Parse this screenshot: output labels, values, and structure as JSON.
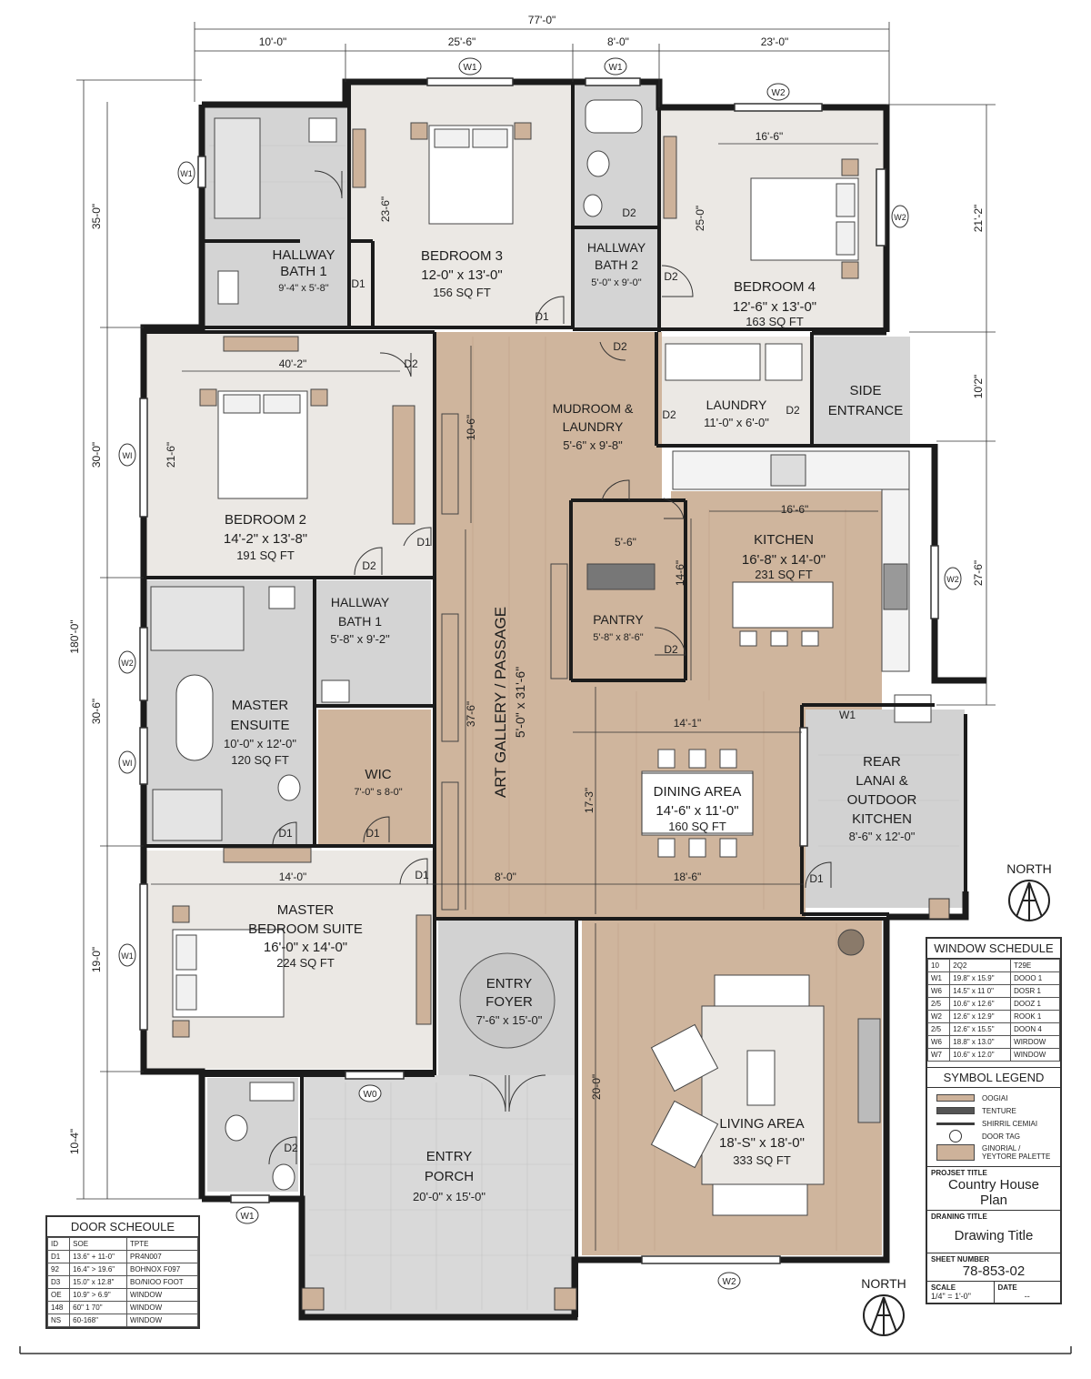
{
  "overall_width": "77'-0\"",
  "top_dims": [
    "10'-0\"",
    "25'-6\"",
    "8'-0\"",
    "23'-0\""
  ],
  "left_dims": {
    "overall": "180'-0\"",
    "d1": "35-0\"",
    "d2": "30-0\"",
    "d3": "30-6\"",
    "d4": "19-0\"",
    "d5": "10-4\""
  },
  "right_dims": {
    "d1": "21'-2\"",
    "d2": "10'2\"",
    "d3": "27-6\""
  },
  "inner_dims": {
    "bed3_h": "23-6\"",
    "bed4_h": "25-0\"",
    "bed4_w": "16'-6\"",
    "bed2_w": "40'-2\"",
    "bed2_h": "21-6\"",
    "mud_h": "10-6\"",
    "gallery_h": "37-6\"",
    "kitchen_w": "16'-6\"",
    "pantry_w": "5'-6\"",
    "kitchen_h": "14-6\"",
    "dining_w": "14'-1\"",
    "dining_h": "17-3\"",
    "mbr_w": "14'-0\"",
    "gal_w": "8'-0\"",
    "liv_w": "18'-6\"",
    "liv_h": "20-0\""
  },
  "rooms": {
    "bath1a": {
      "name1": "HALLWAY",
      "name2": "BATH 1",
      "size": "9'-4\" x 5'-8\""
    },
    "bed3": {
      "name": "BEDROOM 3",
      "size": "12-0\" x 13'-0\"",
      "area": "156 SQ FT"
    },
    "bath2": {
      "name1": "HALLWAY",
      "name2": "BATH 2",
      "size": "5'-0\" x 9'-0\""
    },
    "bed4": {
      "name": "BEDROOM 4",
      "size": "12'-6\" x 13'-0\"",
      "area": "163 SQ FT"
    },
    "bed2": {
      "name": "BEDROOM 2",
      "size": "14'-2\" x 13'-8\"",
      "area": "191 SQ FT"
    },
    "mud": {
      "name1": "MUDROOM &",
      "name2": "LAUNDRY",
      "size": "5'-6\" x 9'-8\""
    },
    "laundry": {
      "name": "LAUNDRY",
      "size": "11'-0\" x 6'-0\""
    },
    "side": {
      "name1": "SIDE",
      "name2": "ENTRANCE"
    },
    "kitchen": {
      "name": "KITCHEN",
      "size": "16'-8\" x 14'-0\"",
      "area": "231 SQ FT"
    },
    "pantry": {
      "name": "PANTRY",
      "size": "5'-8\" x 8'-6\""
    },
    "bath1b": {
      "name1": "HALLWAY",
      "name2": "BATH 1",
      "size": "5'-8\" x 9'-2\""
    },
    "ensuite": {
      "name1": "MASTER",
      "name2": "ENSUITE",
      "size": "10'-0\" x 12'-0\"",
      "area": "120 SQ FT"
    },
    "wic": {
      "name": "WIC",
      "size": "7'-0\" s 8-0\""
    },
    "gallery": {
      "name": "ART GALLERY / PASSAGE",
      "size": "5'-0\" x 31'-6\""
    },
    "dining": {
      "name": "DINING AREA",
      "size": "14'-6\" x 11'-0\"",
      "area": "160 SQ FT"
    },
    "lanai": {
      "name1": "REAR",
      "name2": "LANAI &",
      "name3": "OUTDOOR",
      "name4": "KITCHEN",
      "size": "8'-6\" x 12'-0\""
    },
    "master": {
      "name1": "MASTER",
      "name2": "BEDROOM SUITE",
      "size": "16'-0\" x 14'-0\"",
      "area": "224 SQ FT"
    },
    "foyer": {
      "name1": "ENTRY",
      "name2": "FOYER",
      "size": "7'-6\" x 15'-0\""
    },
    "porch": {
      "name1": "ENTRY",
      "name2": "PORCH",
      "size": "20'-0\" x 15'-0\""
    },
    "living": {
      "name": "LIVING AREA",
      "size": "18'-S\" x 18'-0\"",
      "area": "333 SQ FT"
    }
  },
  "tags": {
    "d1": "D1",
    "d2": "D2",
    "w1": "W1",
    "w2": "W2",
    "w1c": "WI",
    "w0": "W0"
  },
  "north": "NORTH",
  "window_schedule": {
    "title": "WINDOW SCHEDULE",
    "headers": [
      "10",
      "2Q2",
      "T29E"
    ],
    "rows": [
      [
        "W1",
        "19.8\" x 15.9\"",
        "DOOO 1"
      ],
      [
        "W6",
        "14.5\" x 11 0\"",
        "DOSR 1"
      ],
      [
        "2/5",
        "10.6\" x 12.6\"",
        "DOOZ 1"
      ],
      [
        "W2",
        "12.6\" x 12.9\"",
        "ROOK 1"
      ],
      [
        "2/5",
        "12.6\" x 15.5\"",
        "DOON 4"
      ],
      [
        "W6",
        "18.8\" x 13.0\"",
        "WIRDOW"
      ],
      [
        "W7",
        "10.6\" x 12.0\"",
        "WINDOW"
      ]
    ]
  },
  "legend": {
    "title": "SYMBOL LEGEND",
    "items": [
      "OOGIAI",
      "TENTURE",
      "SHIRRIL CEMIAI",
      "DOOR TAG",
      "GINORIAL / YEYTORE PALETTE"
    ]
  },
  "title_block": {
    "project_label": "PROJSET TITLE",
    "project_1": "Country House",
    "project_2": "Plan",
    "drawing_label": "DRANING TITLE",
    "drawing": "Drawing Title",
    "sheet_label": "SHEET NUMBER",
    "sheet": "78-853-02",
    "scale_label": "SCALE",
    "scale": "1/4\" = 1'-0\"",
    "date_label": "DATE",
    "date": "--"
  },
  "door_schedule": {
    "title": "DOOR SCHEOULE",
    "headers": [
      "ID",
      "SOE",
      "TPTE"
    ],
    "rows": [
      [
        "D1",
        "13.6\" + 11-0\"",
        "PR4N007"
      ],
      [
        "92",
        "16.4\" > 19.6\"",
        "BOHNOX F097"
      ],
      [
        "D3",
        "15.0\" x 12.8\"",
        "BO/NIOO FOOT"
      ],
      [
        "OE",
        "10.9\" > 6.9\"",
        "WINDOW"
      ],
      [
        "148",
        "60\" 1 70\"",
        "WINDOW"
      ],
      [
        "NS",
        "60-168\"",
        "WINDOW"
      ]
    ]
  },
  "colors": {
    "wall": "#1b1b1b",
    "wood": "#cdb29a",
    "floor": "#e9e6e1",
    "tile": "#d5d5d5",
    "porch": "#d9d9d9"
  }
}
